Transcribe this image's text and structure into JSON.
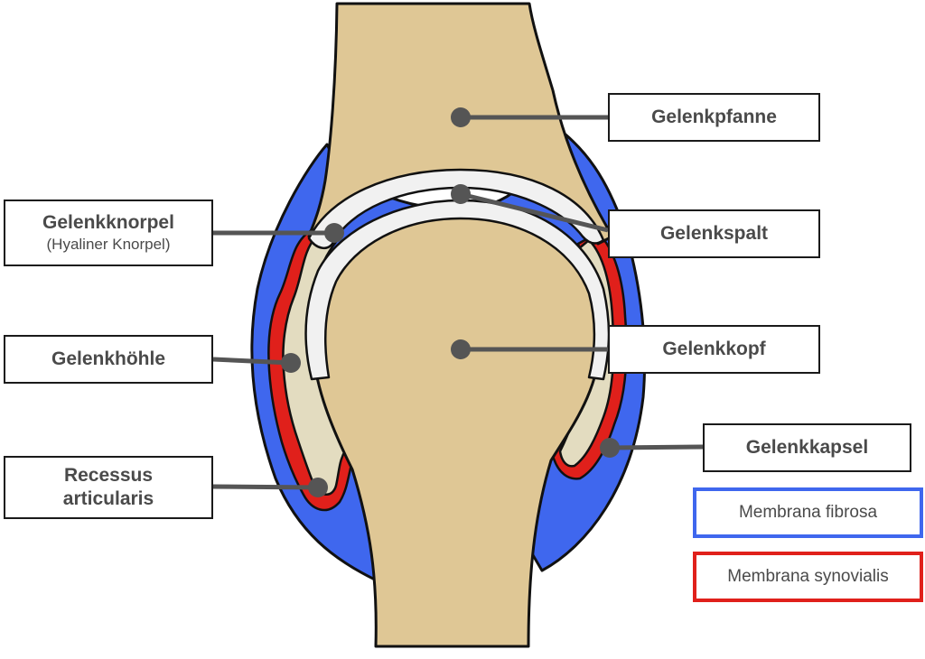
{
  "labels": {
    "gelenkpfanne": "Gelenkpfanne",
    "gelenkknorpel": "Gelenkknorpel",
    "gelenkknorpel_sub": "(Hyaliner Knorpel)",
    "gelenkspalt": "Gelenkspalt",
    "gelenkhoehle": "Gelenkhöhle",
    "gelenkkopf": "Gelenkkopf",
    "gelenkkapsel": "Gelenkkapsel",
    "recessus_line1": "Recessus",
    "recessus_line2": "articularis"
  },
  "legend": {
    "fibrosa": "Membrana fibrosa",
    "synovialis": "Membrana synovialis"
  },
  "colors": {
    "bone": "#dfc795",
    "fibrosa": "#3f67ee",
    "synovialis": "#e0201b",
    "cavity": "#e3dcc0",
    "cartilage": "#f1f1f1",
    "outline": "#111111",
    "pointer": "#555555"
  }
}
